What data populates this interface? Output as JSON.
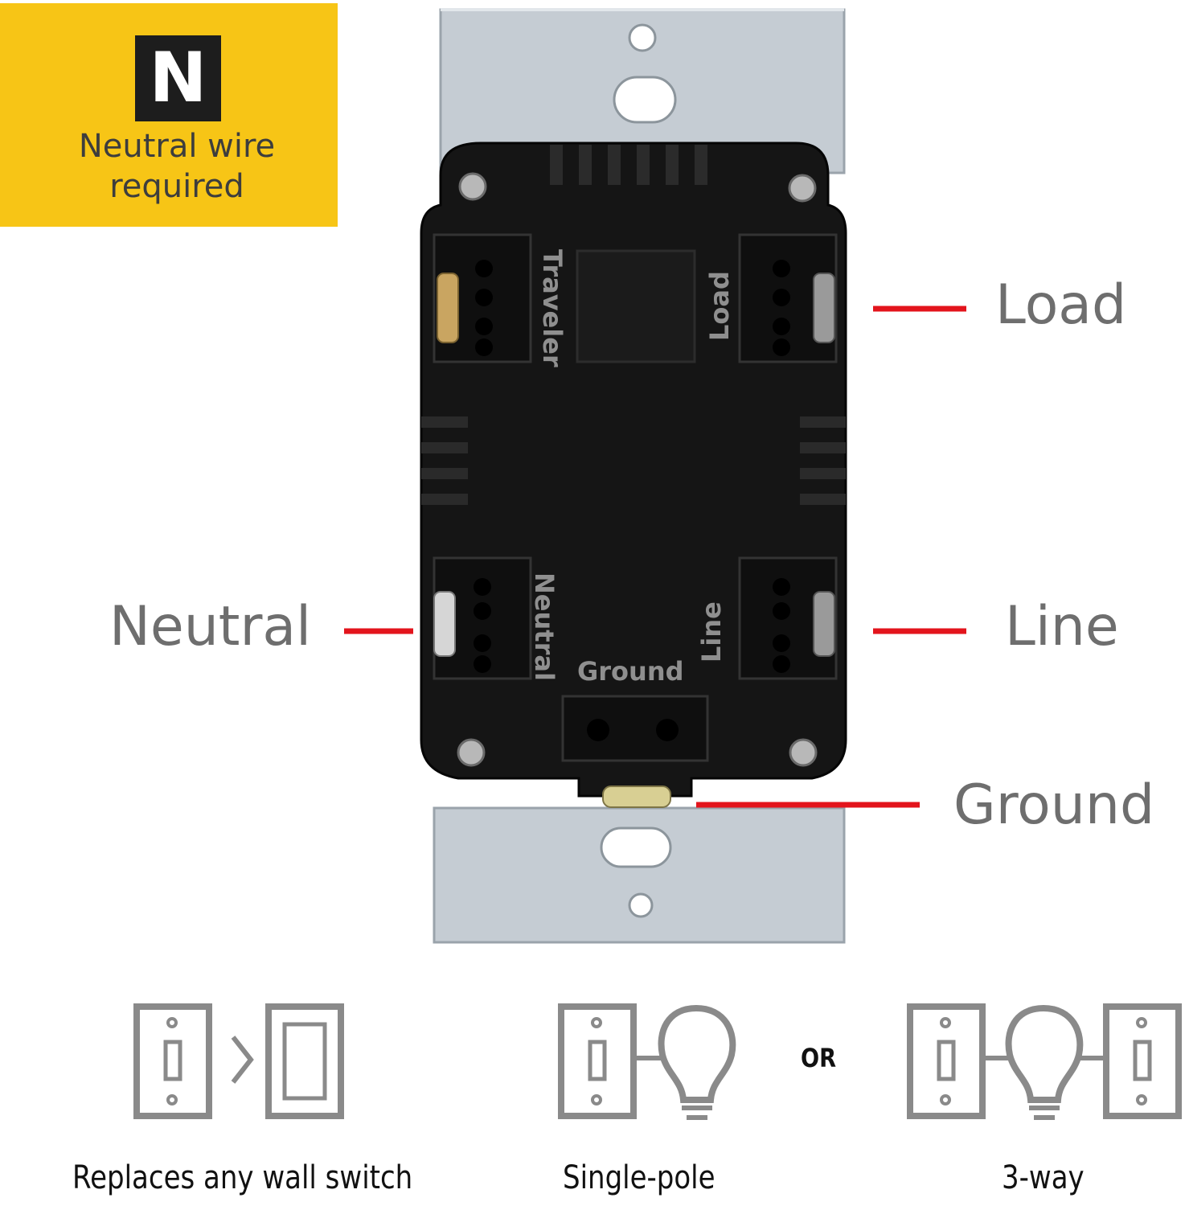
{
  "badge": {
    "letter": "N",
    "line1": "Neutral wire",
    "line2": "required"
  },
  "device_labels": {
    "traveler": "Traveler",
    "load": "Load",
    "neutral": "Neutral",
    "line": "Line",
    "ground": "Ground"
  },
  "callouts": {
    "load": "Load",
    "neutral": "Neutral",
    "line": "Line",
    "ground": "Ground"
  },
  "colors": {
    "badge_yellow": "#f7c516",
    "callout_line_red": "#e3141c",
    "icon_gray": "#8a8a8a",
    "body_black": "#151515",
    "plate_gray": "#c3cbd2"
  },
  "bottom": {
    "replaces_label": "Replaces any wall switch",
    "single_pole_label": "Single-pole",
    "or_label": "OR",
    "three_way_label": "3-way"
  }
}
